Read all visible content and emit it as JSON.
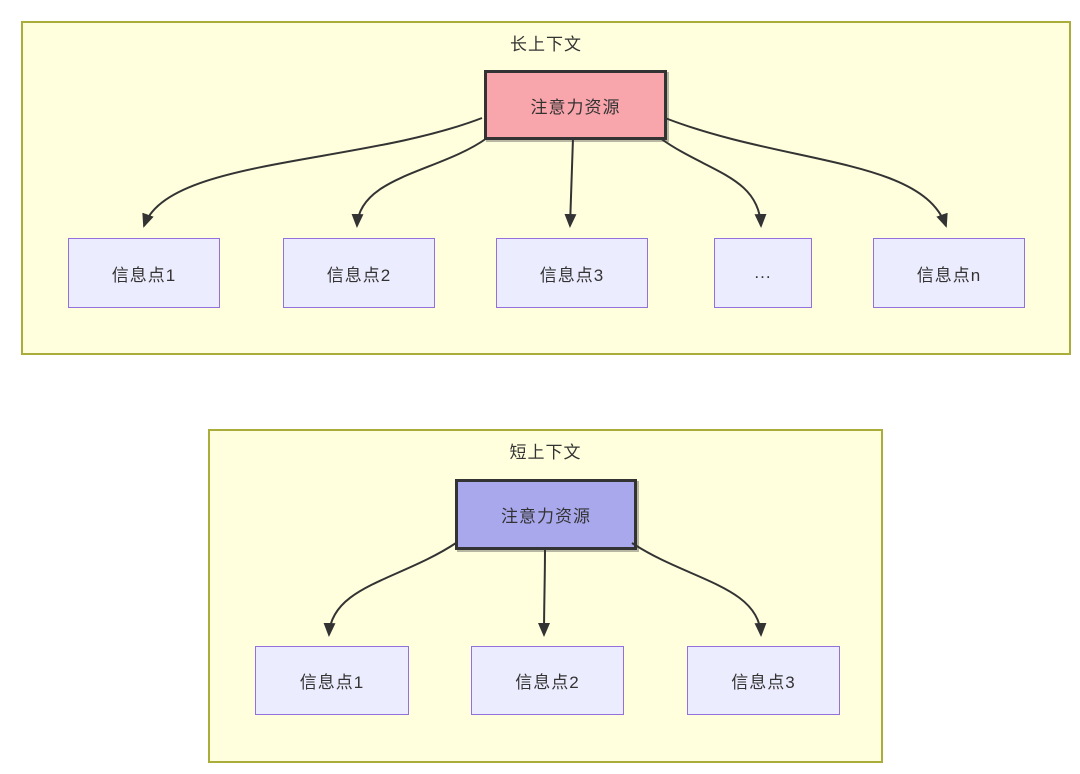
{
  "diagram": {
    "description": "Two yellow context panels comparing attention allocation over information points",
    "panels": [
      {
        "id": "long-context",
        "title": "长上下文",
        "source": {
          "label": "注意力资源",
          "fill": "#f9a5ac"
        },
        "targets": [
          {
            "label": "信息点1"
          },
          {
            "label": "信息点2"
          },
          {
            "label": "信息点3"
          },
          {
            "label": "..."
          },
          {
            "label": "信息点n"
          }
        ]
      },
      {
        "id": "short-context",
        "title": "短上下文",
        "source": {
          "label": "注意力资源",
          "fill": "#aaa8ed"
        },
        "targets": [
          {
            "label": "信息点1"
          },
          {
            "label": "信息点2"
          },
          {
            "label": "信息点3"
          }
        ]
      }
    ],
    "colors": {
      "panel_fill": "#ffffde",
      "panel_border": "#abad3a",
      "target_fill": "#ececff",
      "target_border": "#9370db",
      "source_border": "#333333",
      "long_source_fill": "#f9a5ac",
      "short_source_fill": "#aaa8ed",
      "arrow": "#333333",
      "text": "#333333"
    }
  }
}
